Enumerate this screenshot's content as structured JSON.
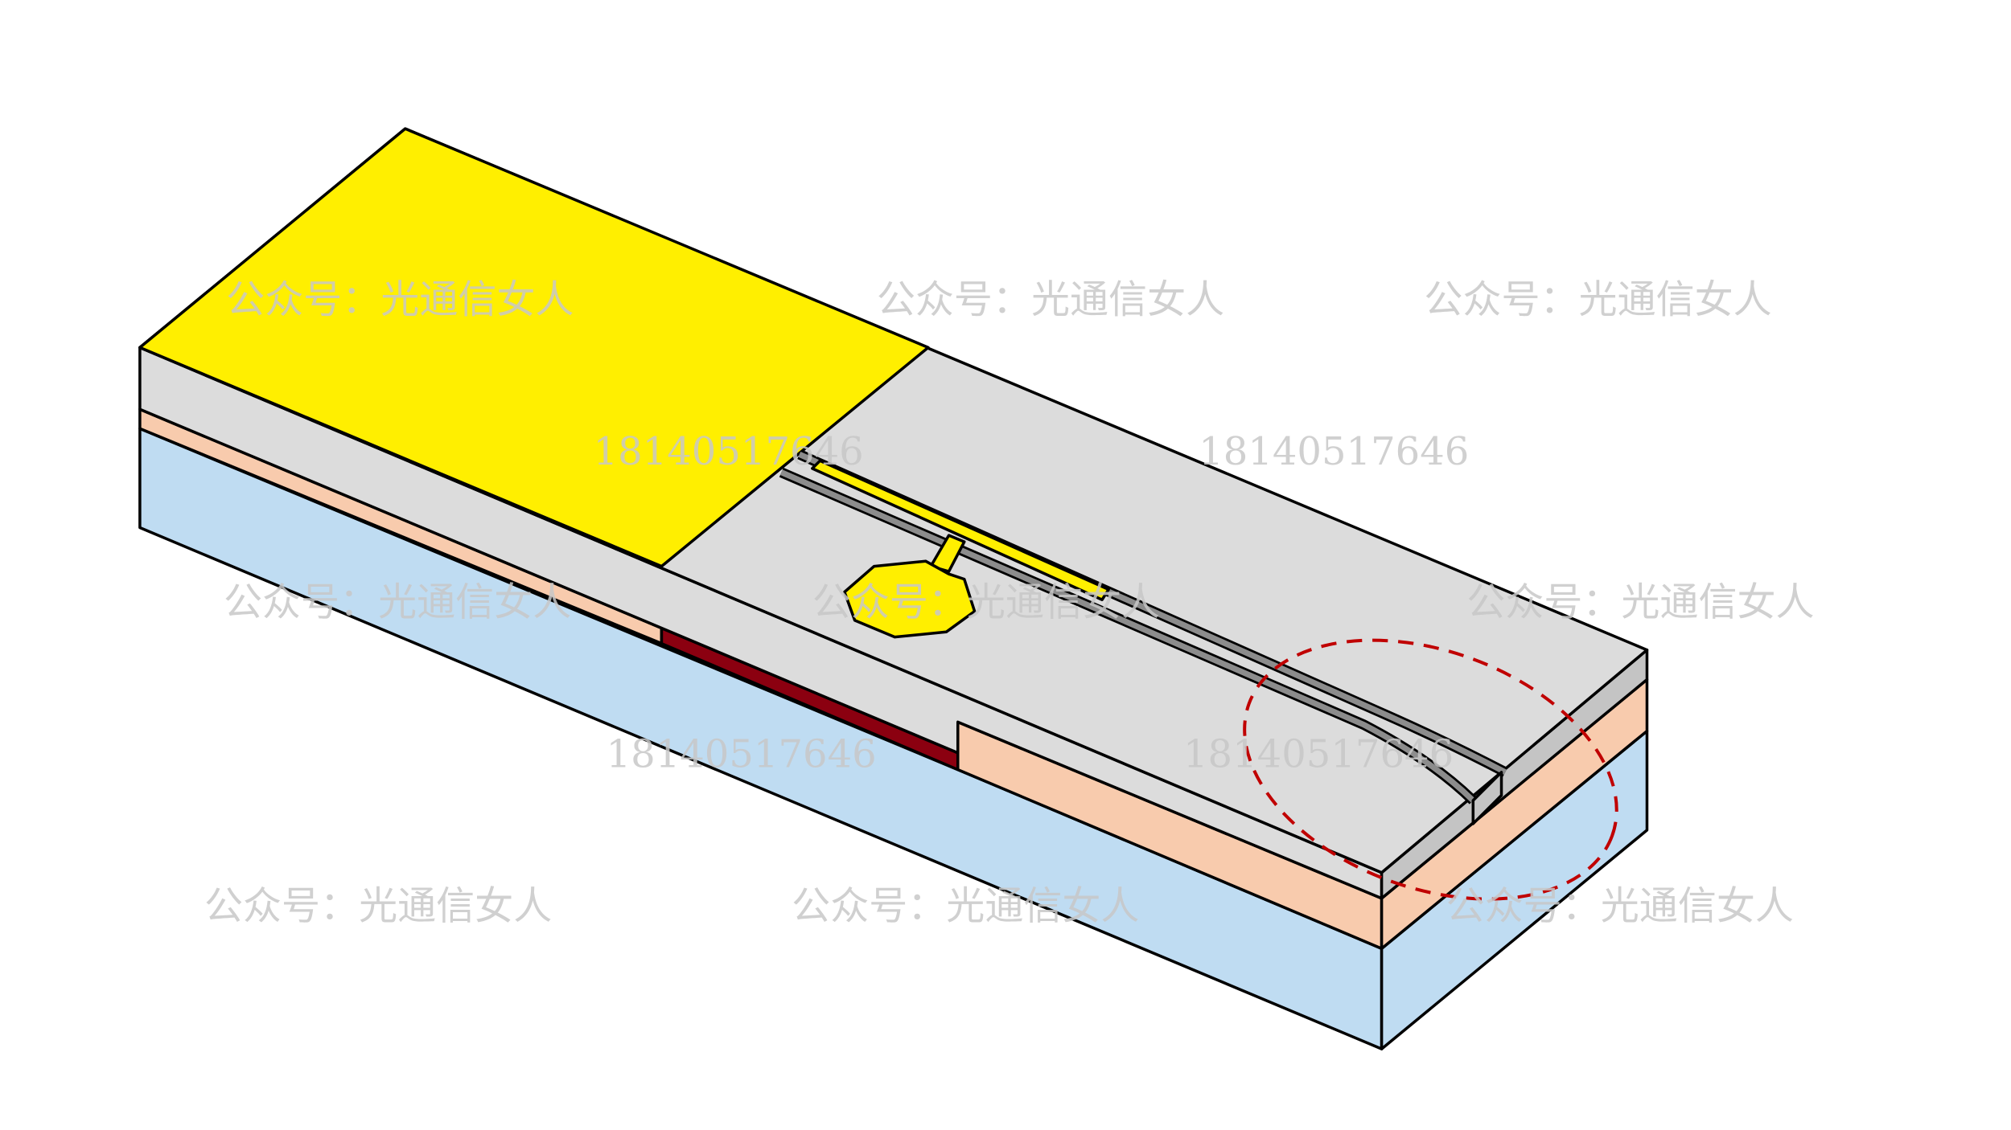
{
  "diagram": {
    "type": "layered chip cross-section (isometric)",
    "colors": {
      "top_cladding": "#dcdcdc",
      "side_cladding": "#c4c4c4",
      "metal_pad": "#ffef00",
      "core_layer": "#f8cbad",
      "substrate": "#bfdcf2",
      "heater_strip": "#8b0010",
      "waveguide_rail": "#8c8c8c",
      "highlight_ellipse": "#c00000"
    }
  },
  "watermarks": {
    "account": "公众号：光通信女人",
    "phone": "18140517646"
  }
}
